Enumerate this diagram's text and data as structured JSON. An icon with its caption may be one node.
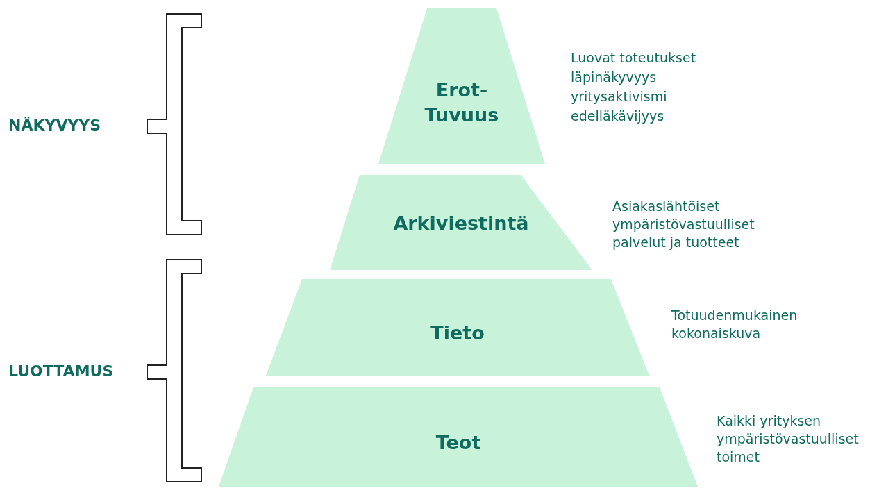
{
  "diagram": {
    "nodes": [
      {
        "text": [
          "Erot- Tuvuus"
        ],
        "beside": [
          "Luovat toteutukset",
          "läpinäkyvyys",
          "yritysaktivismi",
          "edelläkävijyys"
        ]
      },
      {
        "text": [
          "Arkiviestintä"
        ],
        "beside": [
          "Asiakaslähtöiset ympäristövastuulliset palvelut ja tuotteet"
        ]
      },
      {
        "text": [
          "Tieto"
        ],
        "beside": [
          "Totuudenmukainen kokonaiskuva"
        ]
      },
      {
        "text": [
          "Teot"
        ],
        "beside": [
          "Kaikki yrityksen ympäristövastuulliset toimet"
        ]
      }
    ],
    "edges": [],
    "labels": [
      "NÄKYVYYS",
      "LUOTTAMUS"
    ]
  }
}
